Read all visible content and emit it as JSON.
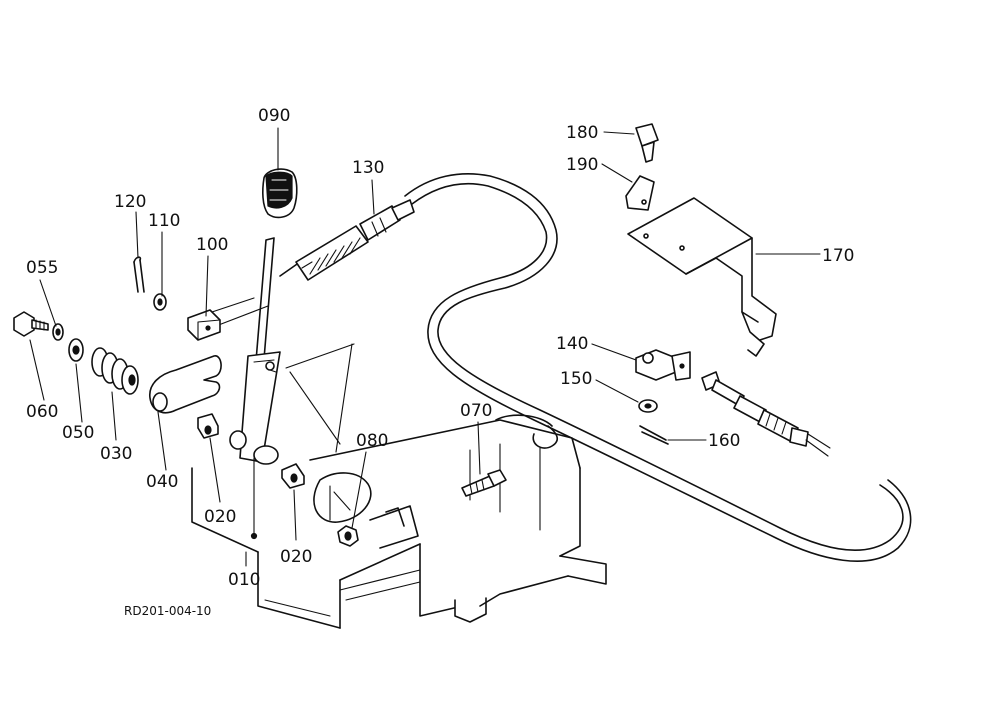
{
  "drawing_code": "RD201-004-10",
  "callouts": {
    "c010": "010",
    "c020a": "020",
    "c020b": "020",
    "c030": "030",
    "c040": "040",
    "c050": "050",
    "c055": "055",
    "c060": "060",
    "c070": "070",
    "c080": "080",
    "c090": "090",
    "c100": "100",
    "c110": "110",
    "c120": "120",
    "c130": "130",
    "c140": "140",
    "c150": "150",
    "c160": "160",
    "c170": "170",
    "c180": "180",
    "c190": "190"
  }
}
